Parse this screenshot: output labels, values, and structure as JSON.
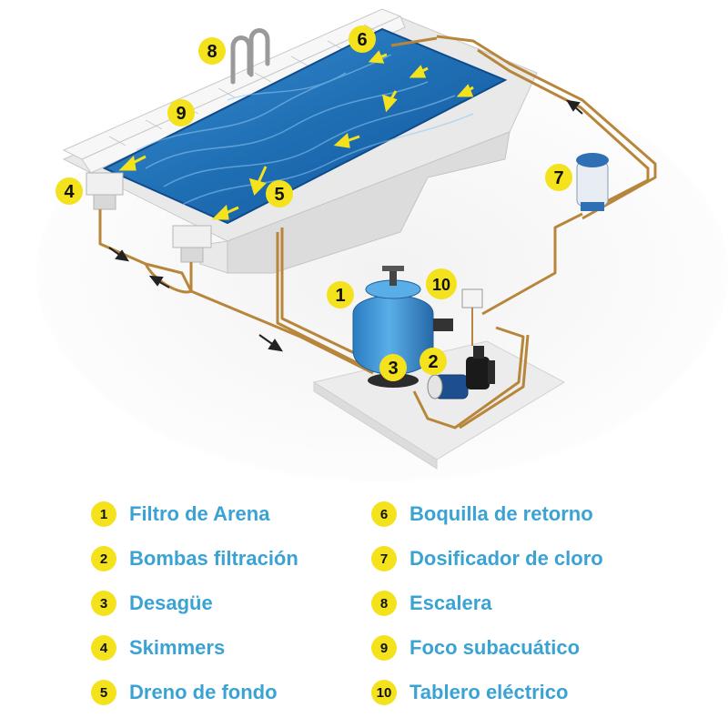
{
  "diagram": {
    "callouts": [
      {
        "number": "1"
      },
      {
        "number": "2"
      },
      {
        "number": "3"
      },
      {
        "number": "4"
      },
      {
        "number": "5"
      },
      {
        "number": "6"
      },
      {
        "number": "7"
      },
      {
        "number": "8"
      },
      {
        "number": "9"
      },
      {
        "number": "10"
      }
    ]
  },
  "legend": {
    "items": [
      {
        "number": "1",
        "label": "Filtro de Arena"
      },
      {
        "number": "2",
        "label": "Bombas filtración"
      },
      {
        "number": "3",
        "label": "Desagüe"
      },
      {
        "number": "4",
        "label": "Skimmers"
      },
      {
        "number": "5",
        "label": "Dreno de fondo"
      },
      {
        "number": "6",
        "label": "Boquilla de retorno"
      },
      {
        "number": "7",
        "label": "Dosificador de cloro"
      },
      {
        "number": "8",
        "label": "Escalera"
      },
      {
        "number": "9",
        "label": "Foco subacuático"
      },
      {
        "number": "10",
        "label": "Tablero eléctrico"
      }
    ]
  },
  "colors": {
    "badge": "#f4e21d",
    "label_text": "#3aa3d4",
    "pipe": "#b8863b",
    "water": "#1f6fb5",
    "filter": "#3b8fd1"
  }
}
